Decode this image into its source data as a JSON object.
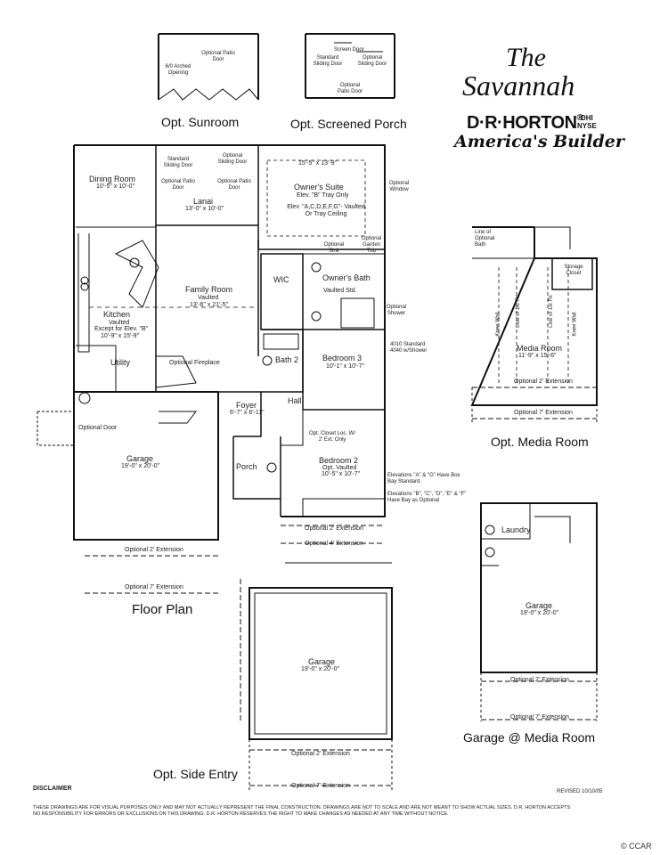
{
  "title": {
    "line1": "The",
    "line2": "Savannah"
  },
  "brand": {
    "name": "D·R·HORTON",
    "reg": "®",
    "ticker1": "DHI",
    "ticker2": "NYSE",
    "tagline": "America's Builder"
  },
  "sections": {
    "sunroom": "Opt. Sunroom",
    "screened": "Opt. Screened Porch",
    "floorplan": "Floor Plan",
    "media": "Opt. Media  Room",
    "garage_media": "Garage @ Media Room",
    "side_entry": "Opt. Side Entry"
  },
  "sunroom_labels": {
    "arched": "6/0 Arched Opening",
    "patio": "Optional Patio Door"
  },
  "screened_labels": {
    "screen_door": "Screen Door",
    "standard": "Standard Sliding Door",
    "optional": "Optional Sliding Door",
    "patio": "Optional Patio Door"
  },
  "rooms": {
    "dining": {
      "name": "Dining Room",
      "size": "10'-5\" x 10'-0\""
    },
    "lanai": {
      "name": "Lanai",
      "size": "13'-0\" x 10'-0\""
    },
    "lanai_std": "Standard Sliding Door",
    "lanai_opt": "Optional Sliding Door",
    "lanai_patio1": "Optional Patio Door",
    "lanai_patio2": "Optional Patio Door",
    "owners": {
      "name": "Owner's Suite",
      "size": "15'-5\" x 13'-9\"",
      "note1": "Elev. \"B\" Tray Only",
      "note2": "Elev. \"A,C,D,E,F,G\"- Vaulted Or Tray Ceiling"
    },
    "opt_window": "Optional Window",
    "opt_sink": "Optional Sink",
    "opt_tub": "Optional Garden Tub",
    "wic": "WIC",
    "owners_bath": {
      "name": "Owner's Bath",
      "note": "Vaulted Std."
    },
    "opt_shower": "Optional Shower",
    "family": {
      "name": "Family Room",
      "note": "Vaulted",
      "size": "13'-6\" x 21'-5\""
    },
    "kitchen": {
      "name": "Kitchen",
      "note1": "Vaulted",
      "note2": "Except for Elev. \"B\"",
      "size": "10'-9\" x 15'-9\""
    },
    "utility": "Utility",
    "fireplace": "Optional Fireplace",
    "bath2": "Bath 2",
    "bedroom3": {
      "name": "Bedroom 3",
      "size": "10'-1\" x 10'-7\""
    },
    "window_note1": "4010 Standard",
    "window_note2": "4040 w/Shower",
    "hall": "Hall",
    "foyer": {
      "name": "Foyer",
      "size": "6'-7\" x 6'-11\""
    },
    "opt_door": "Optional Door",
    "garage": {
      "name": "Garage",
      "size": "19'-0\" x 20'-0\""
    },
    "porch": "Porch",
    "closet": "Opt. Closet Loc. W/ 2' Ext. Only",
    "bedroom2": {
      "name": "Bedroom 2",
      "note": "Opt. Vaulted",
      "size": "10'-5\" x 10'-7\""
    },
    "elev_note1": "Elevations \"A\" & \"G\" Have Box Bay Standard.",
    "elev_note2": "Elevations \"B\", \"C\", \"D\", \"E\" & \"F\" Have Bay as Optional",
    "ext2_garage": "Optional 2' Extension",
    "ext7_garage": "Optional 7' Extension",
    "ext2_bed": "Optional 2' Extension",
    "ext4_bed": "Optional 4' Extension"
  },
  "media_room": {
    "line_of_bath": "Line of Optional Bath",
    "storage": "Storage Closet",
    "name": "Media Room",
    "size": "11'-9\" x 15'-6\"",
    "knee1": "Knee Wall",
    "knee2": "Knee Wall",
    "line_of_1st": "Line of 1st Flr.",
    "line_of_2nd": "Line of 1st Flr.",
    "ext2": "Optional 2' Extension",
    "ext7": "Optional 7' Extension"
  },
  "garage_media": {
    "laundry": "Laundry",
    "name": "Garage",
    "size": "19'-0\" x 20'-0\"",
    "ext2": "Optional 2' Extension",
    "ext7": "Optional 7' Extension"
  },
  "side_entry": {
    "name": "Garage",
    "size": "19'-0\" x 20'-0\"",
    "ext2": "Optional 2' Extension",
    "ext7": "Optional 7' Extension"
  },
  "footer": {
    "disclaimer_label": "DISCLAIMER",
    "revised": "REVISED 10/10/05",
    "line1": "THESE DRAWINGS ARE FOR VISUAL PURPOSES ONLY AND MAY NOT ACTUALLY REPRESENT THE FINAL CONSTRUCTION. DRAWINGS ARE NOT TO SCALE AND ARE NOT MEANT TO SHOW ACTUAL SIZES. D.R. HORTON ACCEPTS",
    "line2": "NO RESPONSIBILITY FOR ERRORS OR EXCLUSIONS ON THIS DRAWING. D.R. HORTON RESERVES THE RIGHT TO MAKE CHANGES AS NEEDED AT ANY TIME WITHOUT NOTICE.",
    "ccar": "© CCAR"
  }
}
